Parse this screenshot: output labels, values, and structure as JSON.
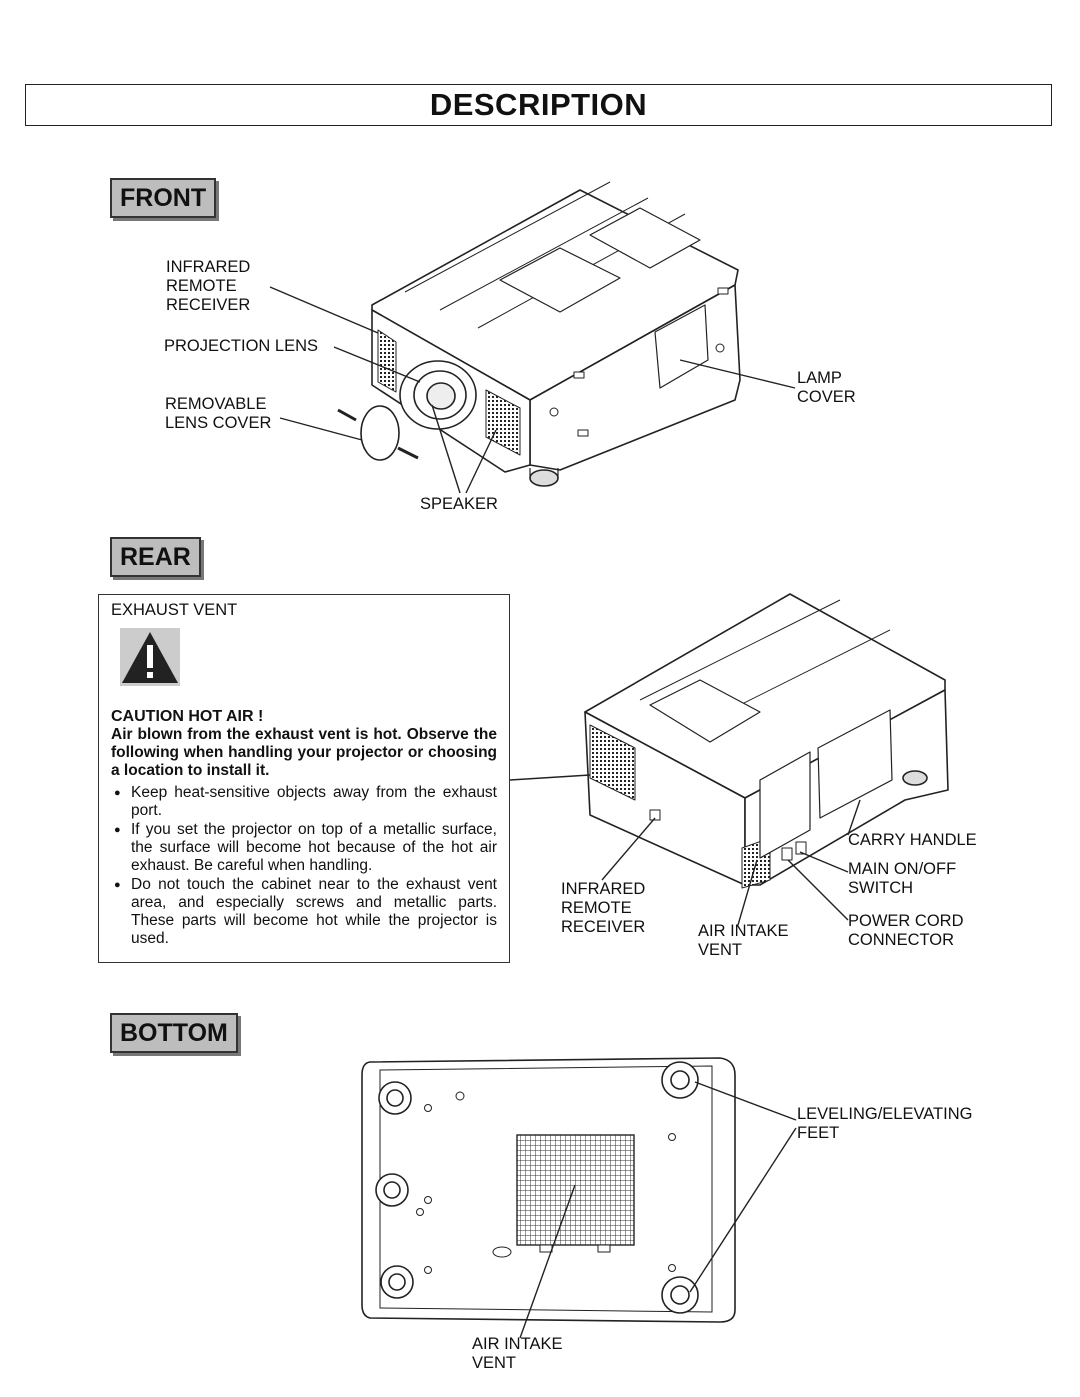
{
  "page": {
    "title": "DESCRIPTION"
  },
  "sections": {
    "front": {
      "tab": "FRONT",
      "labels": {
        "ir_receiver": "INFRARED\nREMOTE\nRECEIVER",
        "projection_lens": "PROJECTION LENS",
        "lens_cover": "REMOVABLE\nLENS COVER",
        "lamp_cover": "LAMP\nCOVER",
        "speaker": "SPEAKER"
      }
    },
    "rear": {
      "tab": "REAR",
      "caution": {
        "heading": "EXHAUST VENT",
        "title": "CAUTION HOT AIR !",
        "intro": "Air blown from the exhaust vent is hot. Observe the following when handling your projector or choosing a location to install it.",
        "bullets": [
          "Keep heat-sensitive objects away from the exhaust port.",
          "If you set the projector on top of a metallic surface, the surface will become hot because of the hot air exhaust. Be careful when handling.",
          "Do not touch the cabinet near to the exhaust vent area, and especially screws and metallic parts. These parts will become hot while the projector is used."
        ]
      },
      "labels": {
        "ir_receiver": "INFRARED\nREMOTE\nRECEIVER",
        "air_intake": "AIR INTAKE\nVENT",
        "carry_handle": "CARRY HANDLE",
        "main_switch": "MAIN ON/OFF\nSWITCH",
        "power_cord": "POWER CORD\nCONNECTOR"
      }
    },
    "bottom": {
      "tab": "BOTTOM",
      "labels": {
        "feet": "LEVELING/ELEVATING\nFEET",
        "air_intake": "AIR INTAKE\nVENT"
      }
    }
  }
}
